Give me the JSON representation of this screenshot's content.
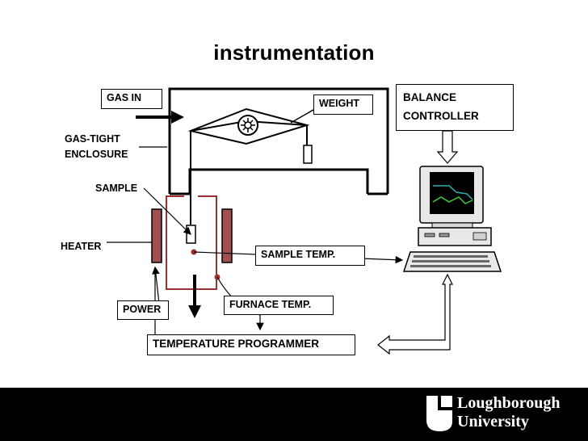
{
  "title": "instrumentation",
  "labels": {
    "gas_in": "GAS IN",
    "weight": "WEIGHT",
    "balance_controller_line1": "BALANCE",
    "balance_controller_line2": "CONTROLLER",
    "gas_tight_line1": "GAS-TIGHT",
    "gas_tight_line2": "ENCLOSURE",
    "sample": "SAMPLE",
    "heater": "HEATER",
    "sample_temp": "SAMPLE TEMP.",
    "power": "POWER",
    "furnace_temp": "FURNACE TEMP.",
    "temperature_programmer": "TEMPERATURE PROGRAMMER"
  },
  "logo": {
    "line1": "Loughborough",
    "line2": "University"
  },
  "colors": {
    "furnace": "#a03030",
    "heater_fill": "#a05050",
    "screen_line_1": "#2ab0b0",
    "screen_line_2": "#3cd03c",
    "footer": "#000000"
  }
}
